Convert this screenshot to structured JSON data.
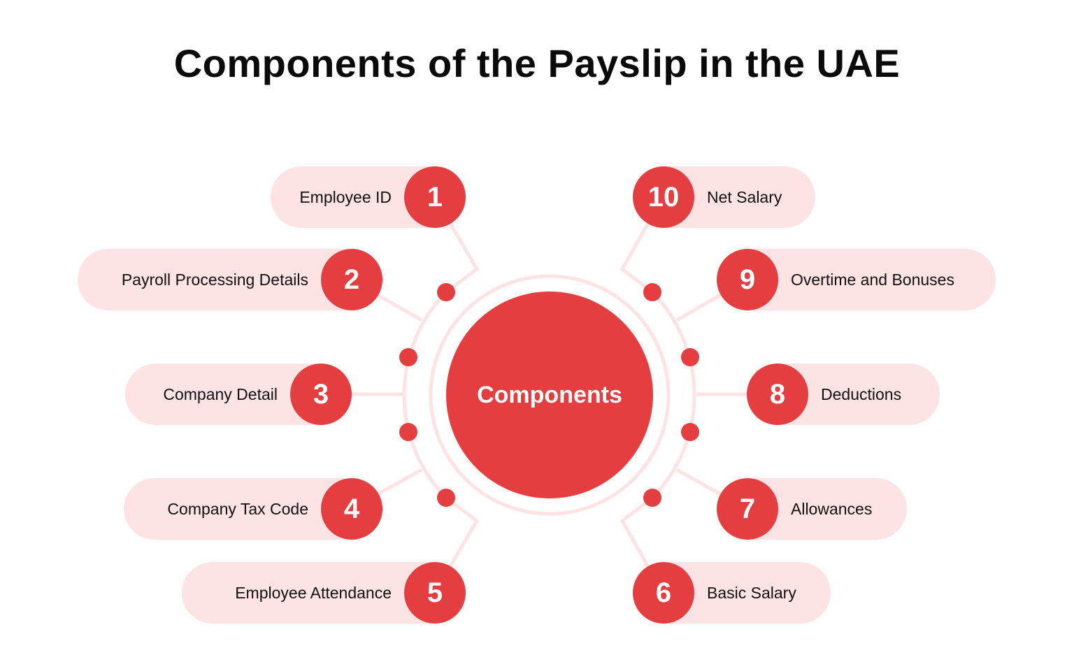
{
  "title": "Components of the Payslip in the UAE",
  "center_label": "Components",
  "colors": {
    "accent": "#e53e41",
    "pill_bg": "#fde3e4",
    "connector": "#fde3e4",
    "text": "#111111"
  },
  "left_items": [
    {
      "number": "1",
      "label": "Employee ID"
    },
    {
      "number": "2",
      "label": "Payroll Processing Details"
    },
    {
      "number": "3",
      "label": "Company Detail"
    },
    {
      "number": "4",
      "label": "Company Tax Code"
    },
    {
      "number": "5",
      "label": "Employee Attendance"
    }
  ],
  "right_items": [
    {
      "number": "10",
      "label": "Net Salary"
    },
    {
      "number": "9",
      "label": "Overtime and Bonuses"
    },
    {
      "number": "8",
      "label": "Deductions"
    },
    {
      "number": "7",
      "label": "Allowances"
    },
    {
      "number": "6",
      "label": "Basic Salary"
    }
  ]
}
